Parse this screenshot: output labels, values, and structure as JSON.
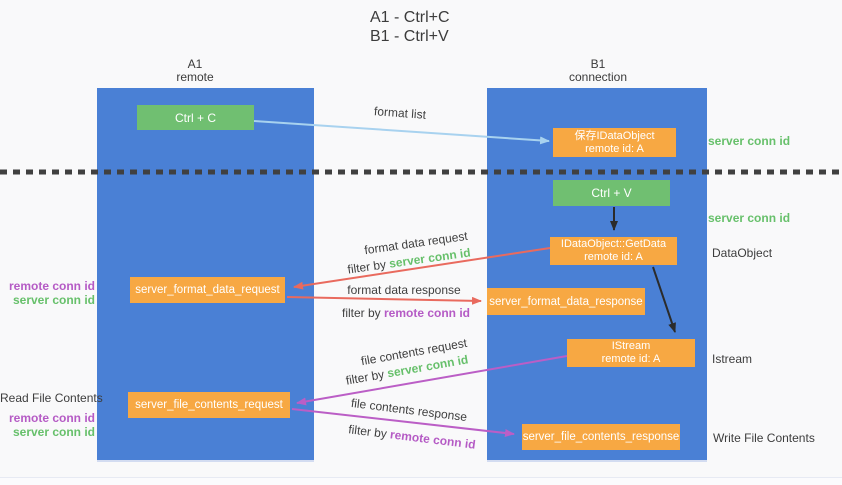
{
  "title": {
    "line1": "A1 - Ctrl+C",
    "line2": "B1 - Ctrl+V"
  },
  "lanes": {
    "left": {
      "name": "A1",
      "subtitle": "remote"
    },
    "right": {
      "name": "B1",
      "subtitle": "connection"
    }
  },
  "nodes": {
    "ctrl_c": {
      "label": "Ctrl + C"
    },
    "save_idataobject": {
      "line1": "保存IDataObject",
      "line2": "remote id: A"
    },
    "ctrl_v": {
      "label": "Ctrl + V"
    },
    "getdata": {
      "line1": "IDataObject::GetData",
      "line2": "remote id: A"
    },
    "format_request": {
      "label": "server_format_data_request"
    },
    "format_response": {
      "label": "server_format_data_response"
    },
    "istream": {
      "line1": "IStream",
      "line2": "remote id: A"
    },
    "file_request": {
      "label": "server_file_contents_request"
    },
    "file_response": {
      "label": "server_file_contents_response"
    }
  },
  "edge_labels": {
    "format_list": "format list",
    "format_data_request": "format data request",
    "format_data_response": "format data response",
    "file_contents_request": "file contents request",
    "file_contents_response": "file contents response",
    "filter_by": "filter by ",
    "server_conn_id": "server conn id",
    "remote_conn_id": "remote conn id"
  },
  "side_labels": {
    "server_conn_id_top": "server conn id",
    "server_conn_id_mid": "server conn id",
    "dataobject": "DataObject",
    "istream": "Istream",
    "write_file_contents": "Write File Contents",
    "read_file_contents": "Read File Contents",
    "remote_conn_id": "remote conn id",
    "server_conn_id": "server conn id"
  },
  "colors": {
    "lane_blue": "#4a80d5",
    "box_orange": "#f7a843",
    "box_green": "#70bf71",
    "conn_id_green": "#67c06b",
    "conn_id_purple": "#b55bc5",
    "arrow_red": "#e96a5e",
    "arrow_purple": "#bb5ec6",
    "arrow_light_blue": "#a8d2ef",
    "arrow_black": "#2b2b2b",
    "text_dark": "#3f3f3f"
  }
}
